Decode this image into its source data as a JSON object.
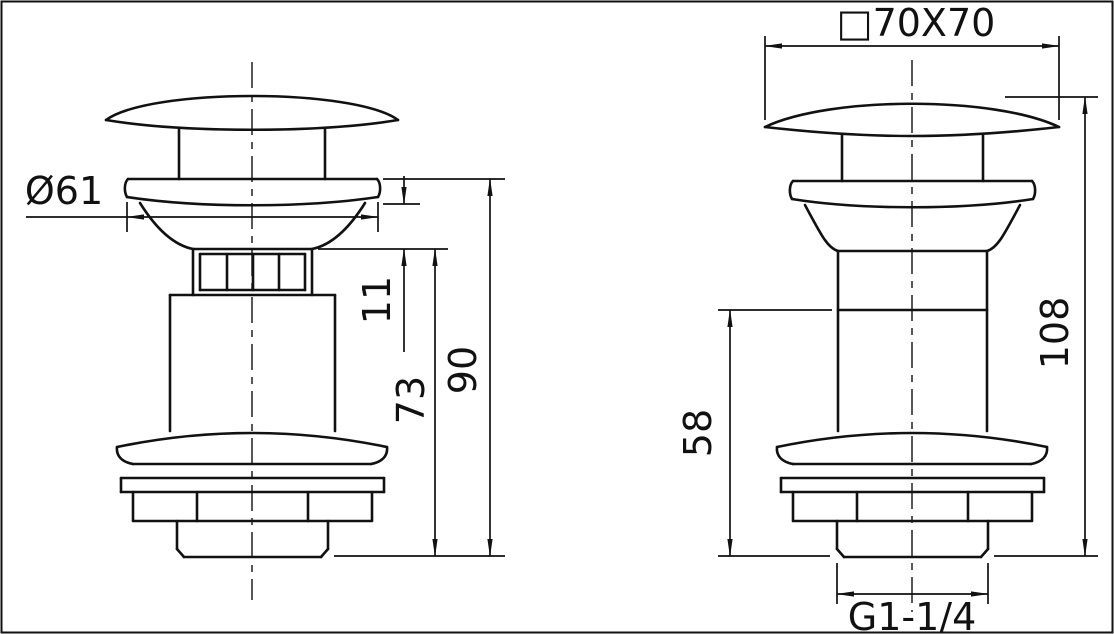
{
  "figure": {
    "type": "technical-dimension-drawing",
    "subject": "pop-up basin waste drain valves, side elevation, two variants",
    "background_color": "#ffffff",
    "line_color": "#111111"
  },
  "left_view": {
    "name": "round-cap slotted waste",
    "dim_flange_diameter": "Ø61",
    "dim_overflow_offset": "11",
    "dim_body_height": "73",
    "dim_total_height": "90"
  },
  "right_view": {
    "name": "square-cap unslotted waste",
    "dim_cap_square": "□70X70",
    "dim_lower_height": "58",
    "dim_total_height": "108",
    "dim_thread": "G1-1/4"
  }
}
